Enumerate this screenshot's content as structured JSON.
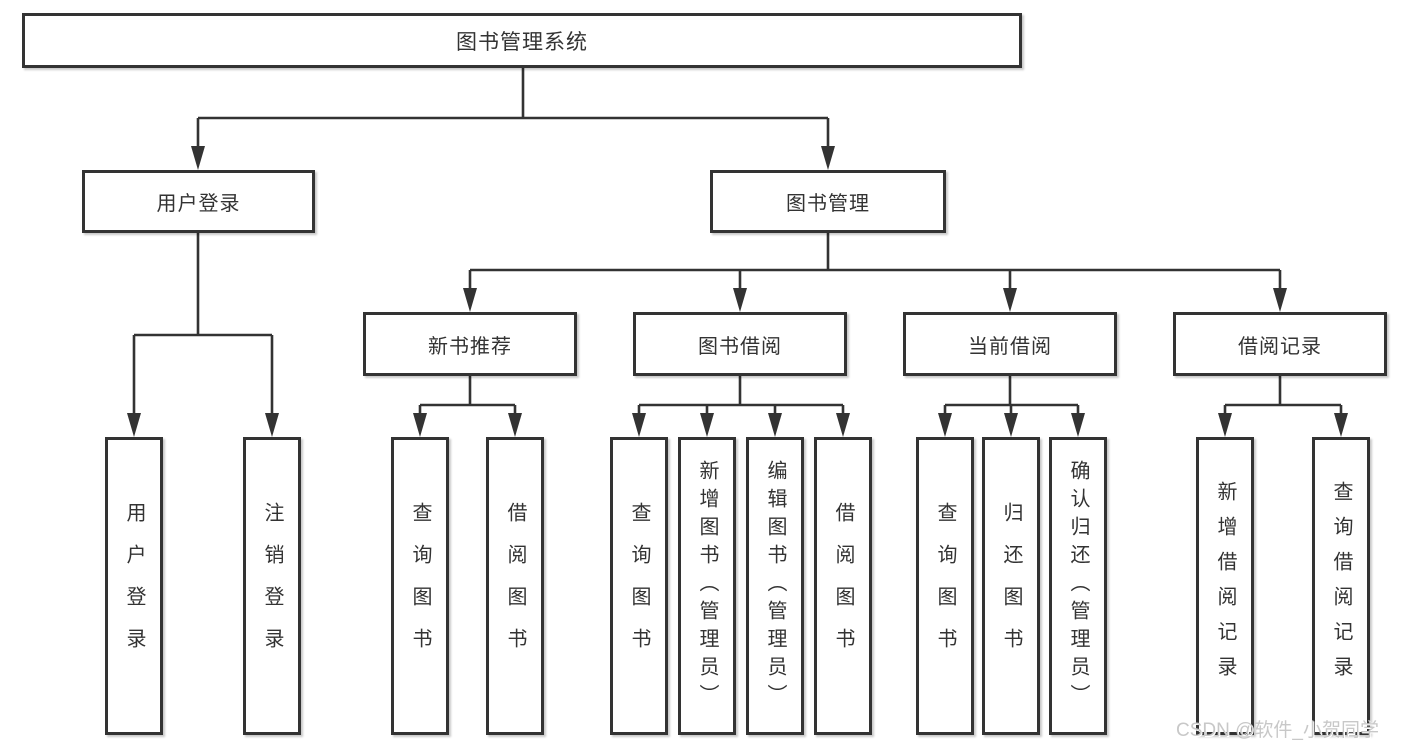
{
  "colors": {
    "line": "#333333",
    "box_border": "#333333",
    "text": "#333333",
    "watermark_text": "#c8c8c8",
    "background": "#ffffff"
  },
  "tree": {
    "root": "图书管理系统",
    "branches": [
      {
        "label": "用户登录",
        "children": [
          "用户登录",
          "注销登录"
        ]
      },
      {
        "label": "图书管理",
        "sections": [
          {
            "label": "新书推荐",
            "children": [
              "查询图书",
              "借阅图书"
            ]
          },
          {
            "label": "图书借阅",
            "children": [
              "查询图书",
              "新增图书（管理员）",
              "编辑图书（管理员）",
              "借阅图书"
            ]
          },
          {
            "label": "当前借阅",
            "children": [
              "查询图书",
              "归还图书",
              "确认归还（管理员）"
            ]
          },
          {
            "label": "借阅记录",
            "children": [
              "新增借阅记录",
              "查询借阅记录"
            ]
          }
        ]
      }
    ]
  },
  "watermark": "CSDN @软件_小贺同学"
}
